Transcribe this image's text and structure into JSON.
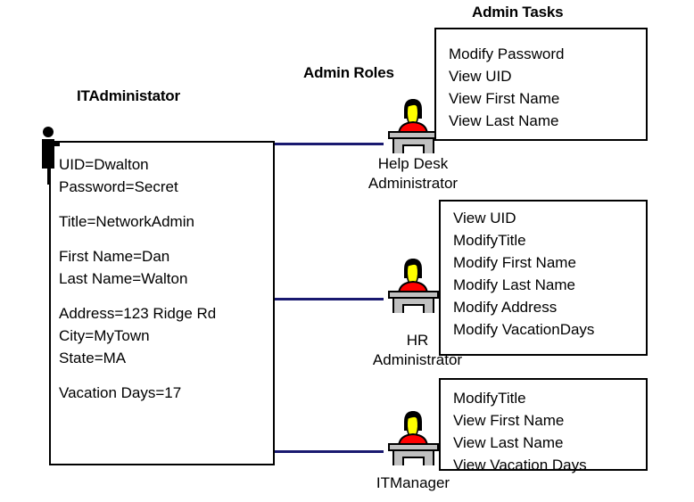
{
  "diagram": {
    "title_actor": "ITAdministator",
    "title_roles": "Admin Roles",
    "title_tasks": "Admin Tasks",
    "actor": {
      "icon": "stick-figure-person-icon",
      "attributes": [
        "UID=Dwalton",
        "Password=Secret",
        "",
        "Title=NetworkAdmin",
        "",
        "First Name=Dan",
        "Last Name=Walton",
        "",
        "Address=123 Ridge Rd",
        "City=MyTown",
        "State=MA",
        "",
        "Vacation Days=17"
      ]
    },
    "roles": [
      {
        "id": "help-desk-administrator",
        "icon": "person-at-desk-icon",
        "caption_line1": "Help  Desk",
        "caption_line2": "Administrator",
        "tasks": [
          "Modify Password",
          "View UID",
          "View First Name",
          "View Last Name"
        ]
      },
      {
        "id": "hr-administrator",
        "icon": "person-at-desk-icon",
        "caption_line1": "HR",
        "caption_line2": "Administrator",
        "tasks": [
          "View UID",
          "ModifyTitle",
          "Modify First Name",
          "Modify Last Name",
          "Modify Address",
          "Modify VacationDays"
        ]
      },
      {
        "id": "it-manager",
        "icon": "person-at-desk-icon",
        "caption_line1": "ITManager",
        "caption_line2": "",
        "tasks": [
          "ModifyTitle",
          "View First Name",
          "View Last Name",
          "View Vacation Days"
        ]
      }
    ],
    "colors": {
      "connector": "#191970",
      "shirt": "#ff0000",
      "face": "#ffff00",
      "hair": "#000000",
      "desk": "#c0c0c0",
      "outline": "#000000",
      "background": "#ffffff"
    }
  }
}
